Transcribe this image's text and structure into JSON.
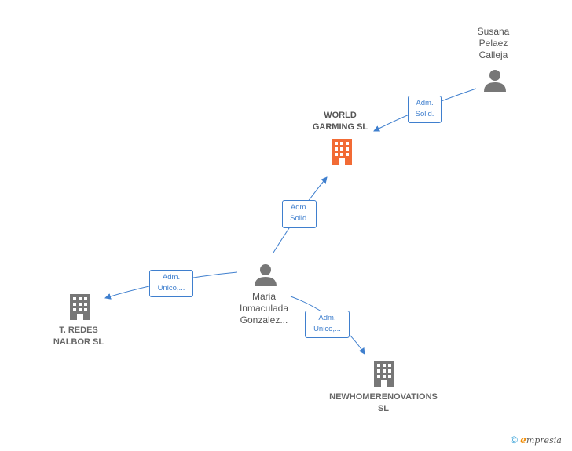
{
  "colors": {
    "edge": "#3f7fce",
    "person_icon": "#777777",
    "company_icon": "#777777",
    "main_company_icon": "#f26b35",
    "label_text": "#555555"
  },
  "nodes": {
    "susana": {
      "label": "Susana\nPelaez\nCalleja",
      "icon": "person-icon"
    },
    "world": {
      "label": "WORLD\nGARMING SL",
      "icon": "building-icon"
    },
    "maria": {
      "label": "Maria\nInmaculada\nGonzalez...",
      "icon": "person-icon"
    },
    "tredes": {
      "label": "T. REDES\nNALBOR SL",
      "icon": "building-icon"
    },
    "newhome": {
      "label": "NEWHOMERENOVATIONS\nSL",
      "icon": "building-icon"
    }
  },
  "edges": {
    "susana_world": "Adm.\nSolid.",
    "maria_world": "Adm.\nSolid.",
    "maria_tredes": "Adm.\nUnico,...",
    "maria_newhome": "Adm.\nUnico,..."
  },
  "footer": {
    "copyright": "©",
    "brand_initial": "e",
    "brand_rest": "mpresia"
  }
}
